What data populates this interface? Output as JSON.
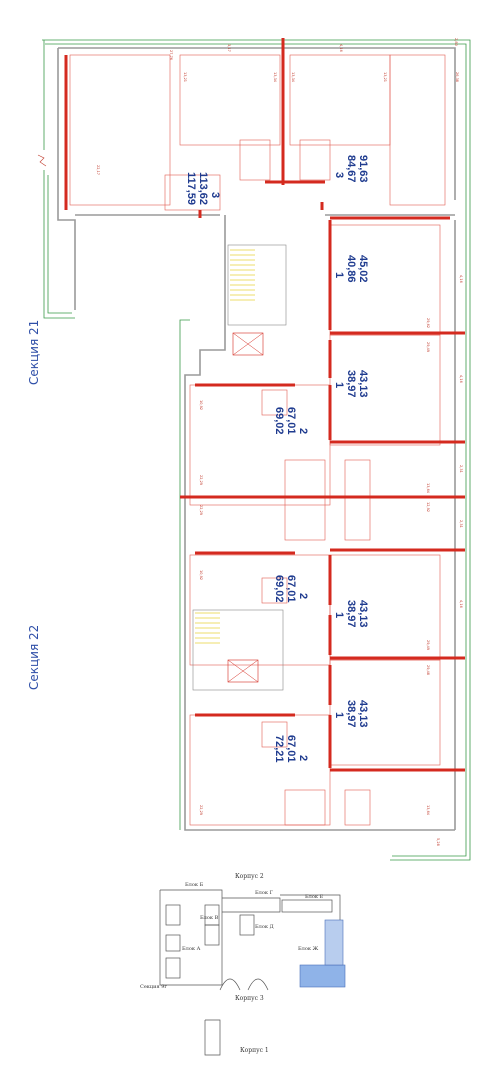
{
  "sections": [
    {
      "label": "Секция 21"
    },
    {
      "label": "Секция 22"
    }
  ],
  "units": [
    {
      "rooms": "3",
      "area_living": "113,62",
      "area_total": "117,59"
    },
    {
      "rooms": "3",
      "area_living": "84,67",
      "area_total": "91,63"
    },
    {
      "rooms": "1",
      "area_living": "40,86",
      "area_total": "45,02"
    },
    {
      "rooms": "1",
      "area_living": "38,97",
      "area_total": "43,13"
    },
    {
      "rooms": "2",
      "area_living": "67,01",
      "area_total": "69,02"
    },
    {
      "rooms": "2",
      "area_living": "67,01",
      "area_total": "69,02"
    },
    {
      "rooms": "1",
      "area_living": "38,97",
      "area_total": "43,13"
    },
    {
      "rooms": "1",
      "area_living": "38,97",
      "area_total": "43,13"
    },
    {
      "rooms": "2",
      "area_living": "67,01",
      "area_total": "72,21"
    }
  ],
  "dimensions": [
    "27,76",
    "3,17",
    "4,16",
    "2,80",
    "13,21",
    "13,34",
    "13,34",
    "13,21",
    "26,38",
    "22,17",
    "29,62",
    "29,49",
    "4,16",
    "4,16",
    "13,64",
    "12,92",
    "10,92",
    "22,29",
    "22,29",
    "10,92",
    "4,16",
    "29,49",
    "29,48",
    "13,64",
    "22,29",
    "5,28",
    "2,31",
    "2,31"
  ],
  "keyplan": {
    "korpus2": "Корпус 2",
    "korpus3": "Корпус 3",
    "korpus1": "Корпус 1",
    "blocks": [
      "Блок Б",
      "Блок Г",
      "Блок Е",
      "Блок В",
      "Блок Д",
      "Блок Ж",
      "Блок А",
      "Секция 9г"
    ],
    "highlight_color": "#8fb3e8"
  },
  "colors": {
    "wall_red": "#d42a1f",
    "thin_red": "#e35c52",
    "green": "#3a9a4a",
    "text_blue": "#1f3b8f"
  }
}
